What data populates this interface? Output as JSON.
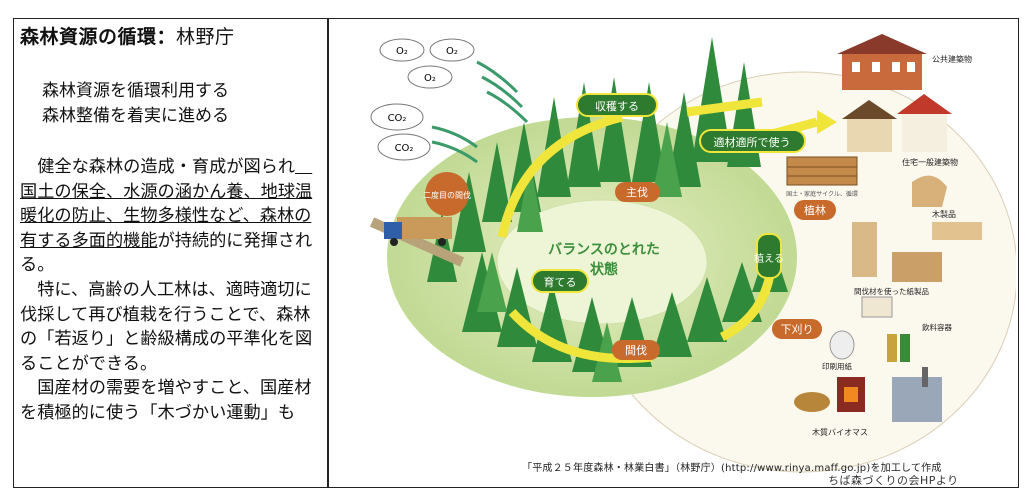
{
  "title": {
    "main": "森林資源の循環",
    "separator": "：",
    "org": "林野庁"
  },
  "lead": [
    "森林資源を循環利用する",
    "森林整備を着実に進める"
  ],
  "body": {
    "p1_a": "　健全な森林の造成・育成が図られ",
    "p1_b": "　国土の保全、水源の涵かん養、地球温暖化の防止、生物多様性など、森林の有する多面的機能",
    "p1_c": "が持続的に発揮される。",
    "p2": "　特に、高齢の人工林は、適時適切に伐採して再び植栽を行うことで、森林の「若返り」と齢級構成の平準化を図ることができる。",
    "p3": "　国産材の需要を増やすこと、国産材を積極的に使う「木づかい運動」も"
  },
  "diagram": {
    "center": [
      "バランスのとれた",
      "状態"
    ],
    "cycle": [
      "収穫する",
      "適材適所で使う",
      "主伐",
      "植林",
      "植える",
      "下刈り",
      "間伐",
      "育てる",
      "二度目の間伐"
    ],
    "gases": [
      "O₂",
      "O₂",
      "O₂",
      "CO₂",
      "CO₂"
    ],
    "uses": [
      "公共建築物",
      "住宅一般建築物",
      "木製品",
      "間伐材を使った紙製品",
      "飲料容器",
      "印刷用紙",
      "木質バイオマス"
    ],
    "lumber_tag": "国土・家庭サイクル、循環"
  },
  "caption": "「平成２５年度森林・林業白書」（林野庁）(http://www.rinya.maff.go.jp)を加工して作成",
  "source": "ちば森づくりの会HPより"
}
